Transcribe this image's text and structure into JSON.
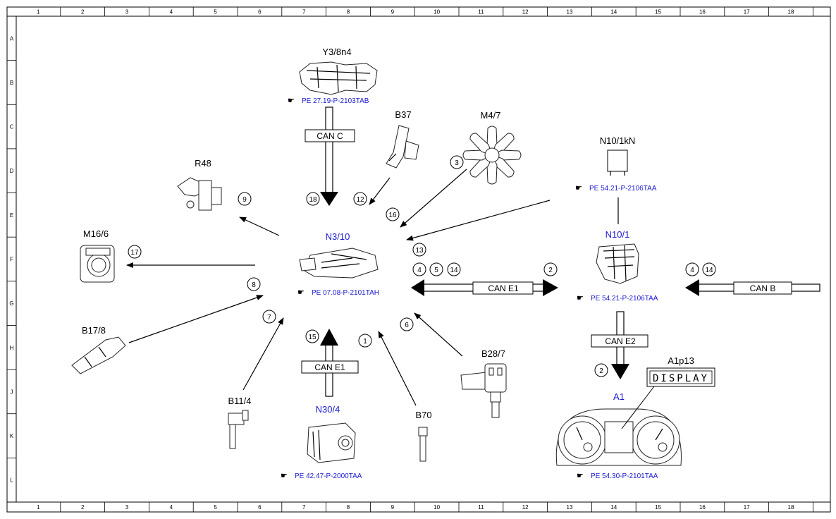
{
  "grid": {
    "columns": [
      "1",
      "2",
      "3",
      "4",
      "5",
      "6",
      "7",
      "8",
      "9",
      "10",
      "11",
      "12",
      "13",
      "14",
      "15",
      "16",
      "17",
      "18"
    ],
    "rows": [
      "A",
      "B",
      "C",
      "D",
      "E",
      "F",
      "G",
      "H",
      "J",
      "K",
      "L"
    ]
  },
  "components": {
    "y3": {
      "label": "Y3/8n4",
      "ref": "PE 27.19-P-2103TAB"
    },
    "b37": {
      "label": "B37"
    },
    "m47": {
      "label": "M4/7"
    },
    "n101kn": {
      "label": "N10/1kN",
      "ref": "PE 54.21-P-2106TAA"
    },
    "r48": {
      "label": "R48"
    },
    "n310": {
      "label": "N3/10",
      "ref": "PE 07.08-P-2101TAH"
    },
    "n101": {
      "label": "N10/1",
      "ref": "PE 54.21-P-2106TAA"
    },
    "m166": {
      "label": "M16/6"
    },
    "b178": {
      "label": "B17/8"
    },
    "b114": {
      "label": "B11/4"
    },
    "n304": {
      "label": "N30/4",
      "ref": "PE 42.47-P-2000TAA"
    },
    "b70": {
      "label": "B70"
    },
    "b287": {
      "label": "B28/7"
    },
    "a1p13": {
      "label": "A1p13",
      "display_text": "DISPLAY"
    },
    "a1": {
      "label": "A1",
      "ref": "PE 54.30-P-2101TAA"
    }
  },
  "buses": {
    "can_c": "CAN C",
    "can_e1_main": "CAN E1",
    "can_b": "CAN B",
    "can_e2": "CAN E2",
    "can_e1_low": "CAN E1"
  },
  "signals": {
    "s18": "18",
    "s12": "12",
    "s3": "3",
    "s16": "16",
    "s13": "13",
    "s9": "9",
    "s17": "17",
    "s8": "8",
    "s7": "7",
    "s15": "15",
    "s1": "1",
    "s6": "6",
    "s4a": "4",
    "s5": "5",
    "s14a": "14",
    "s2a": "2",
    "s4b": "4",
    "s14b": "14",
    "s2b": "2"
  }
}
